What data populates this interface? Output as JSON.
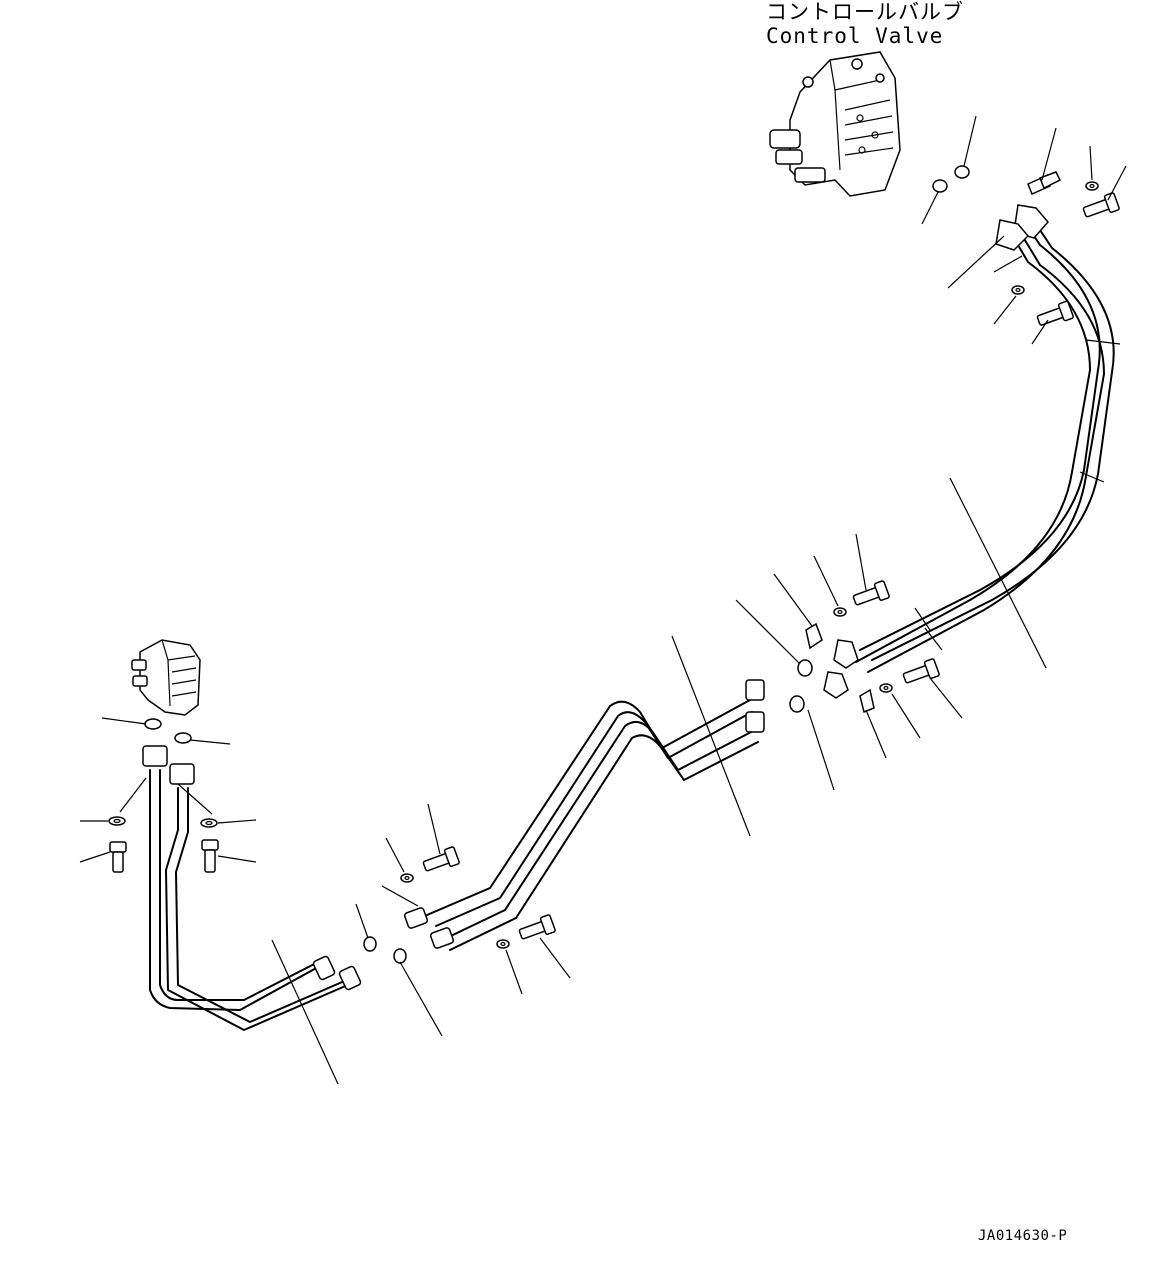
{
  "header": {
    "title_jp": "コントロールバルブ",
    "title_en": "Control Valve"
  },
  "footer": {
    "drawing_number": "JA014630-P"
  },
  "icons": {
    "control_valve": "control-valve-icon",
    "small_valve": "valve-assembly-icon",
    "pipe": "hydraulic-tube-icon",
    "bolt": "bolt-icon",
    "washer": "washer-icon",
    "o_ring": "o-ring-icon",
    "clamp": "split-flange-icon"
  },
  "colors": {
    "line": "#000000",
    "background": "#ffffff"
  }
}
